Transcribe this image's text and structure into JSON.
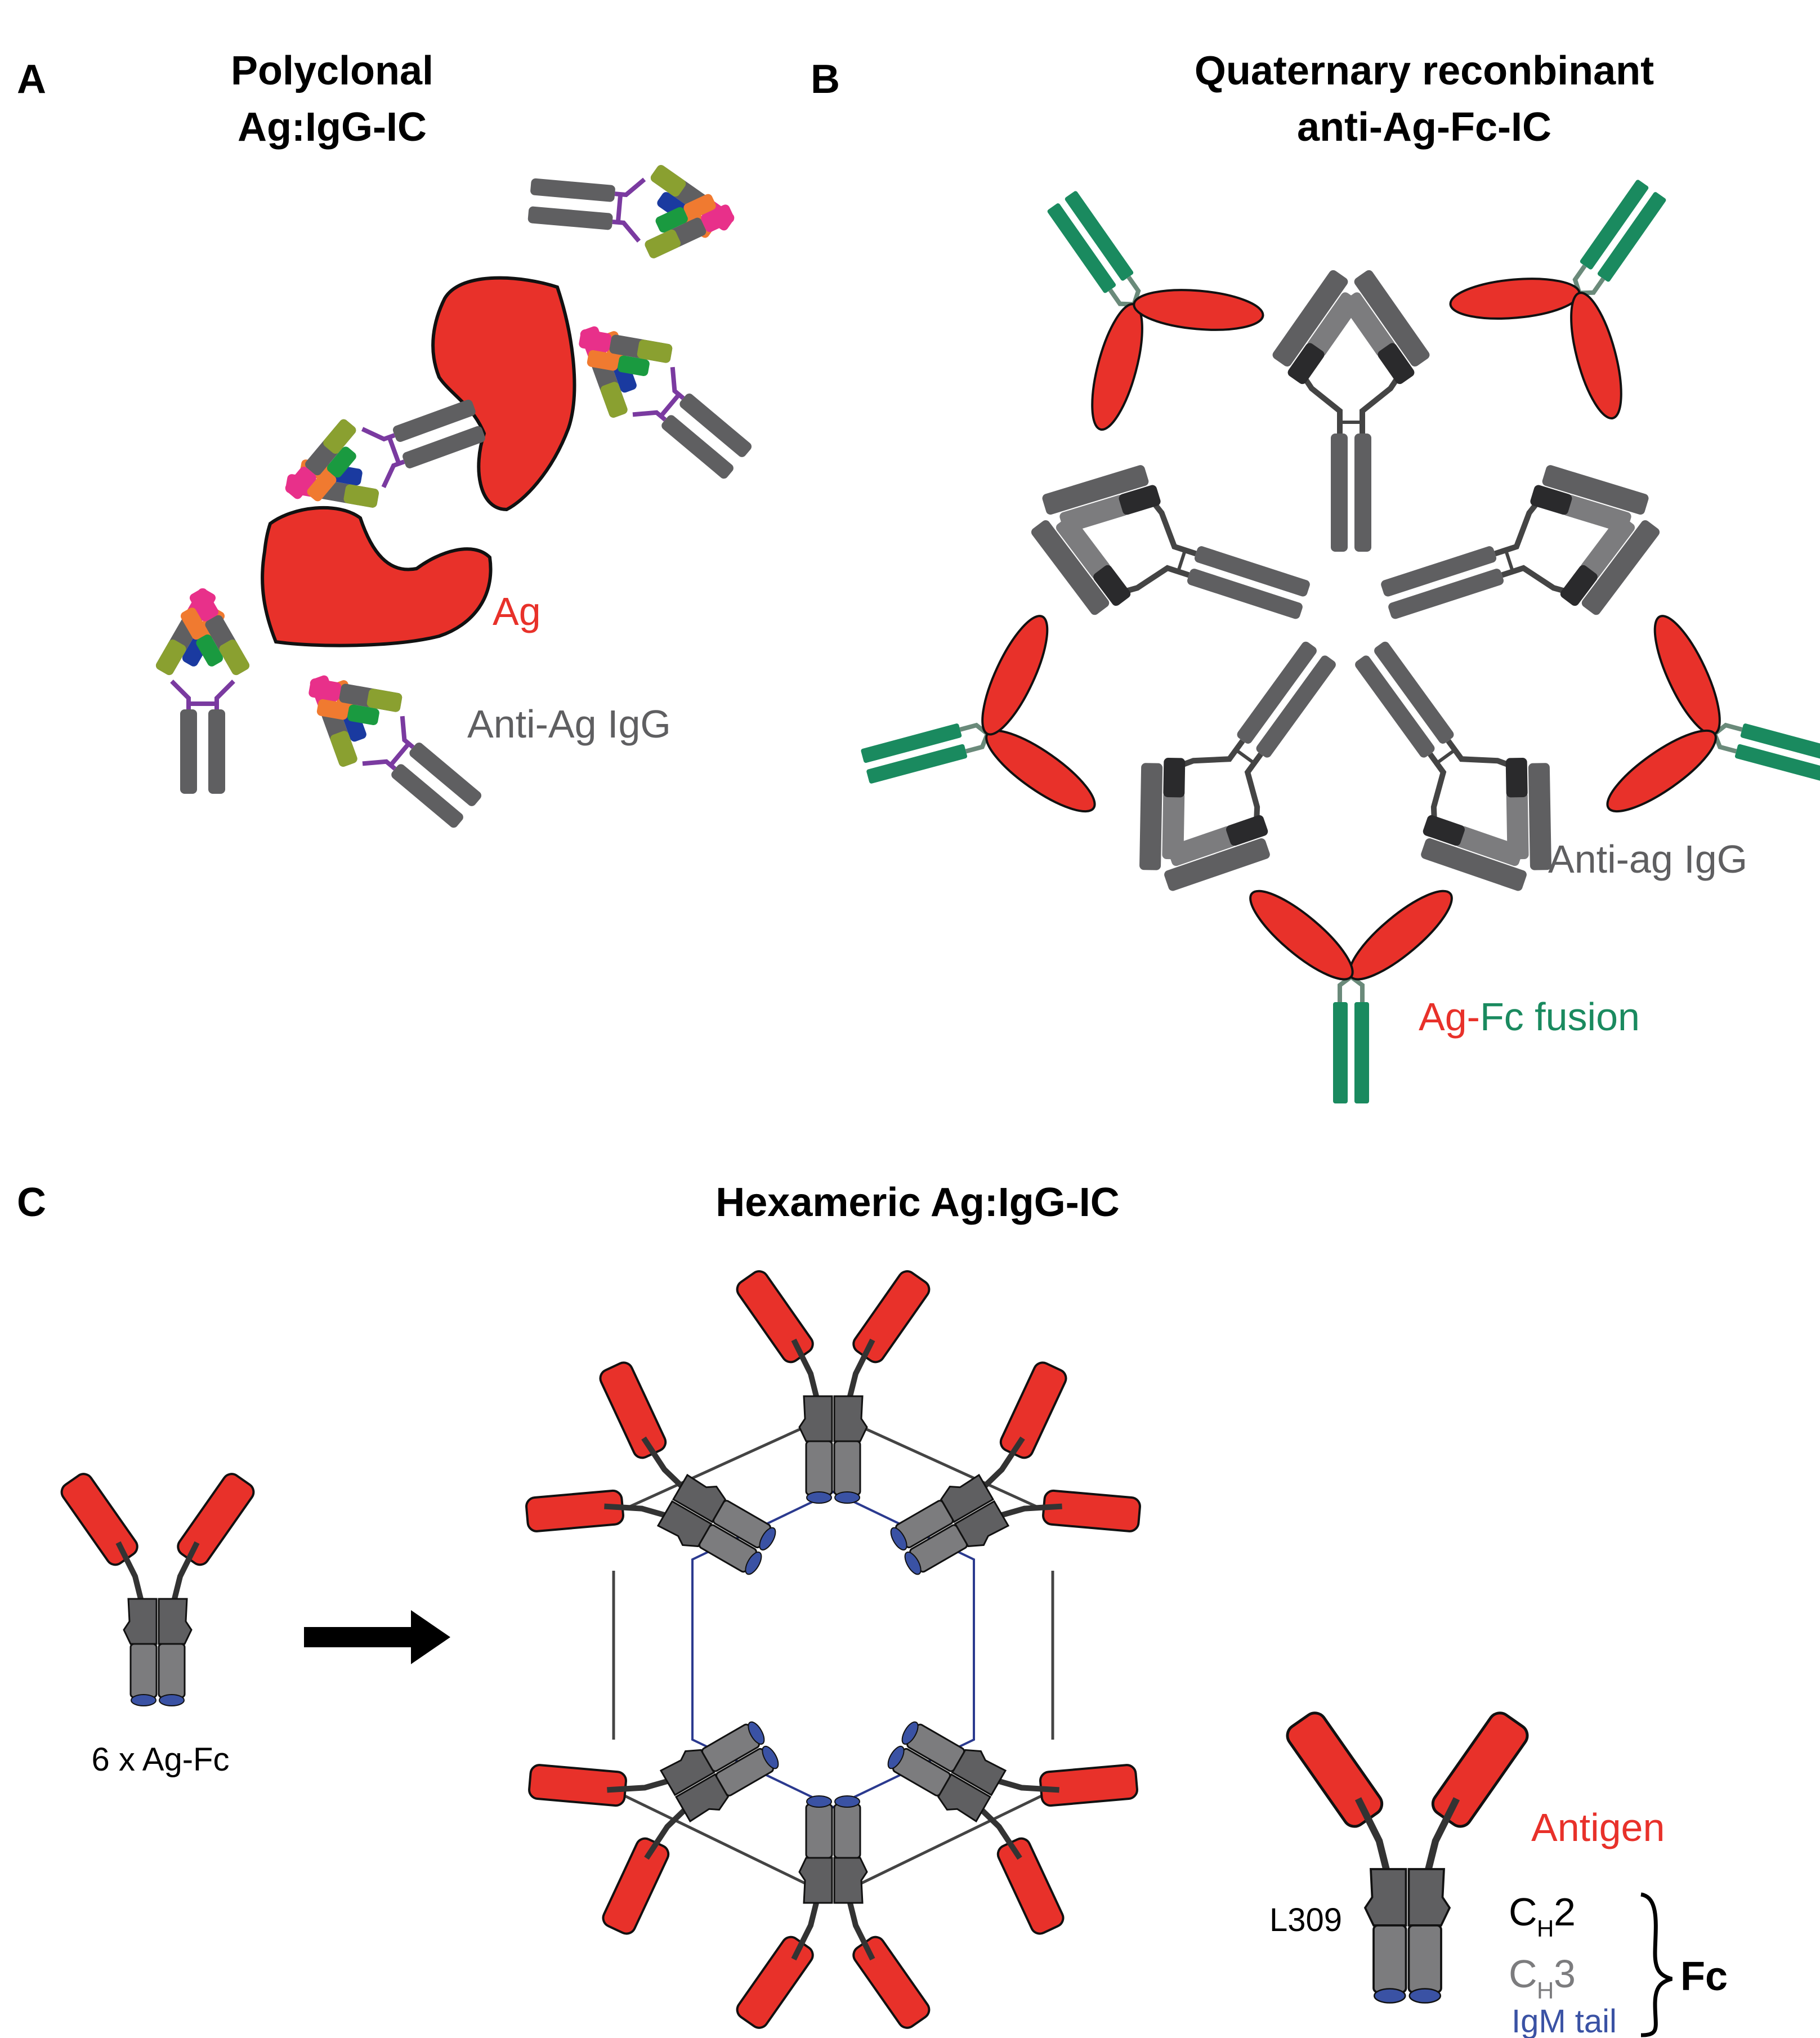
{
  "panel_a": {
    "letter": "A",
    "title_line1": "Polyclonal",
    "title_line2": "Ag:IgG-IC",
    "label_ag": "Ag",
    "label_igg": "Anti-Ag IgG"
  },
  "panel_b": {
    "letter": "B",
    "title_line1": "Quaternary reconbinant",
    "title_line2": "anti-Ag-Fc-IC",
    "label_igg": "Anti-ag IgG",
    "label_fusion_ag": "Ag-",
    "label_fusion_fc": "Fc fusion"
  },
  "panel_c": {
    "letter": "C",
    "title": "Hexameric Ag:IgG-IC",
    "label_monomer": "6 x Ag-Fc",
    "label_antigen": "Antigen",
    "label_l309": "L309",
    "label_ch2_c": "C",
    "label_ch2_sub": "H",
    "label_ch2_num": "2",
    "label_ch3_c": "C",
    "label_ch3_sub": "H",
    "label_ch3_num": "3",
    "label_igm": "IgM tail",
    "label_fc": "Fc"
  },
  "colors": {
    "antigen_red": "#e8312a",
    "fc_green": "#1a8a5f",
    "igg_gray": "#5f5f61",
    "igg_light": "#7c7c7e",
    "igg_dark": "#2a2a2c",
    "igm_blue": "#3a52a4",
    "hex_blue_line": "#2b3a8f"
  }
}
